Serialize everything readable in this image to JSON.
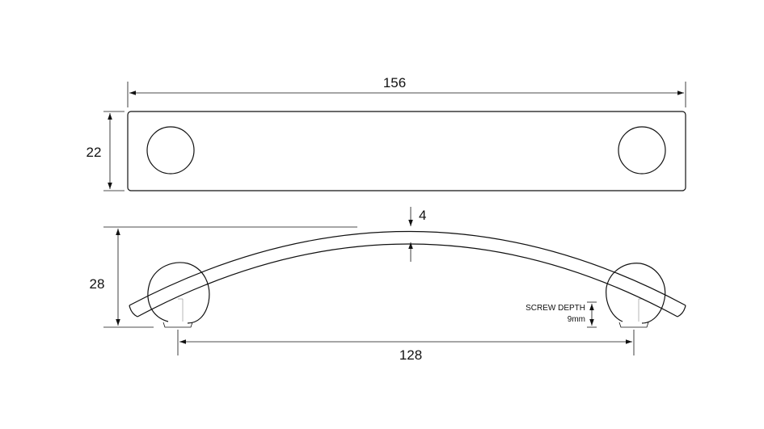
{
  "dimensions": {
    "overall_length": "156",
    "plate_height": "22",
    "handle_height": "28",
    "bow_depth": "4",
    "hole_centres": "128"
  },
  "note": {
    "line1": "SCREW DEPTH",
    "line2": "9mm"
  }
}
